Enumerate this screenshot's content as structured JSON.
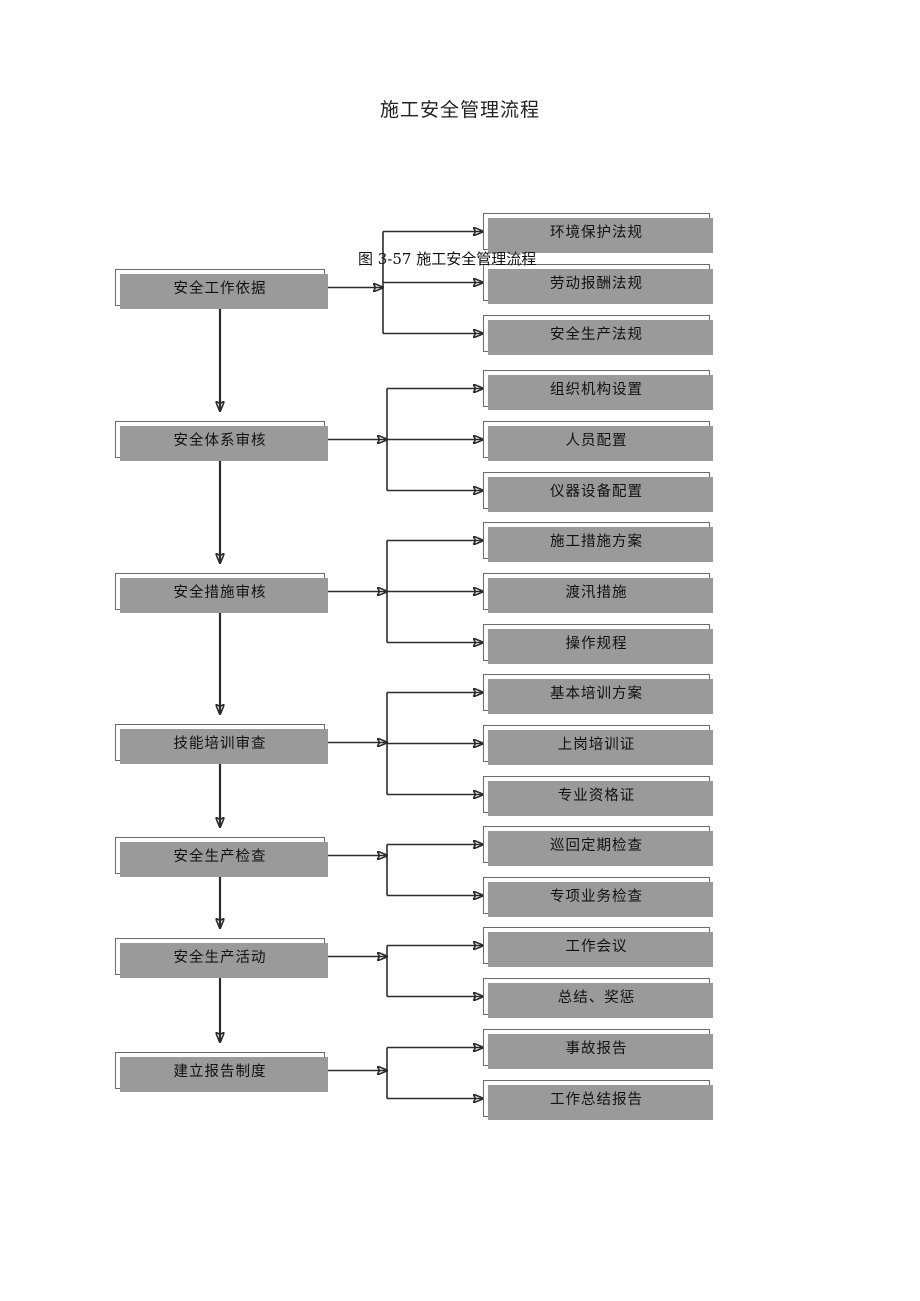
{
  "page": {
    "title": "施工安全管理流程",
    "caption": "图 3-57    施工安全管理流程"
  },
  "colors": {
    "box_border": "#6b6b6b",
    "box_fill": "#fdfdfd",
    "shadow": "#9a9a9a",
    "connector": "#2b2b2b",
    "text": "#111111"
  },
  "chart_data": {
    "type": "diagram",
    "title": "施工安全管理流程",
    "caption": "图 3-57    施工安全管理流程",
    "orientation": "vertical-spine-with-right-branches",
    "stages": [
      {
        "label": "安全工作依据",
        "branches": [
          "环境保护法规",
          "劳动报酬法规",
          "安全生产法规"
        ]
      },
      {
        "label": "安全体系审核",
        "branches": [
          "组织机构设置",
          "人员配置",
          "仪器设备配置"
        ]
      },
      {
        "label": "安全措施审核",
        "branches": [
          "施工措施方案",
          "渡汛措施",
          "操作规程"
        ]
      },
      {
        "label": "技能培训审查",
        "branches": [
          "基本培训方案",
          "上岗培训证",
          "专业资格证"
        ]
      },
      {
        "label": "安全生产检查",
        "branches": [
          "巡回定期检查",
          "专项业务检查"
        ]
      },
      {
        "label": "安全生产活动",
        "branches": [
          "工作会议",
          "总结、奖惩"
        ]
      },
      {
        "label": "建立报告制度",
        "branches": [
          "事故报告",
          "工作总结报告"
        ]
      }
    ]
  },
  "stages": [
    {
      "label": "安全工作依据",
      "branches": [
        {
          "label": "环境保护法规"
        },
        {
          "label": "劳动报酬法规"
        },
        {
          "label": "安全生产法规"
        }
      ]
    },
    {
      "label": "安全体系审核",
      "branches": [
        {
          "label": "组织机构设置"
        },
        {
          "label": "人员配置"
        },
        {
          "label": "仪器设备配置"
        }
      ]
    },
    {
      "label": "安全措施审核",
      "branches": [
        {
          "label": "施工措施方案"
        },
        {
          "label": "渡汛措施"
        },
        {
          "label": "操作规程"
        }
      ]
    },
    {
      "label": "技能培训审查",
      "branches": [
        {
          "label": "基本培训方案"
        },
        {
          "label": "上岗培训证"
        },
        {
          "label": "专业资格证"
        }
      ]
    },
    {
      "label": "安全生产检查",
      "branches": [
        {
          "label": "巡回定期检查"
        },
        {
          "label": "专项业务检查"
        }
      ]
    },
    {
      "label": "安全生产活动",
      "branches": [
        {
          "label": "工作会议"
        },
        {
          "label": "总结、奖惩"
        }
      ]
    },
    {
      "label": "建立报告制度",
      "branches": [
        {
          "label": "事故报告"
        },
        {
          "label": "工作总结报告"
        }
      ]
    }
  ]
}
